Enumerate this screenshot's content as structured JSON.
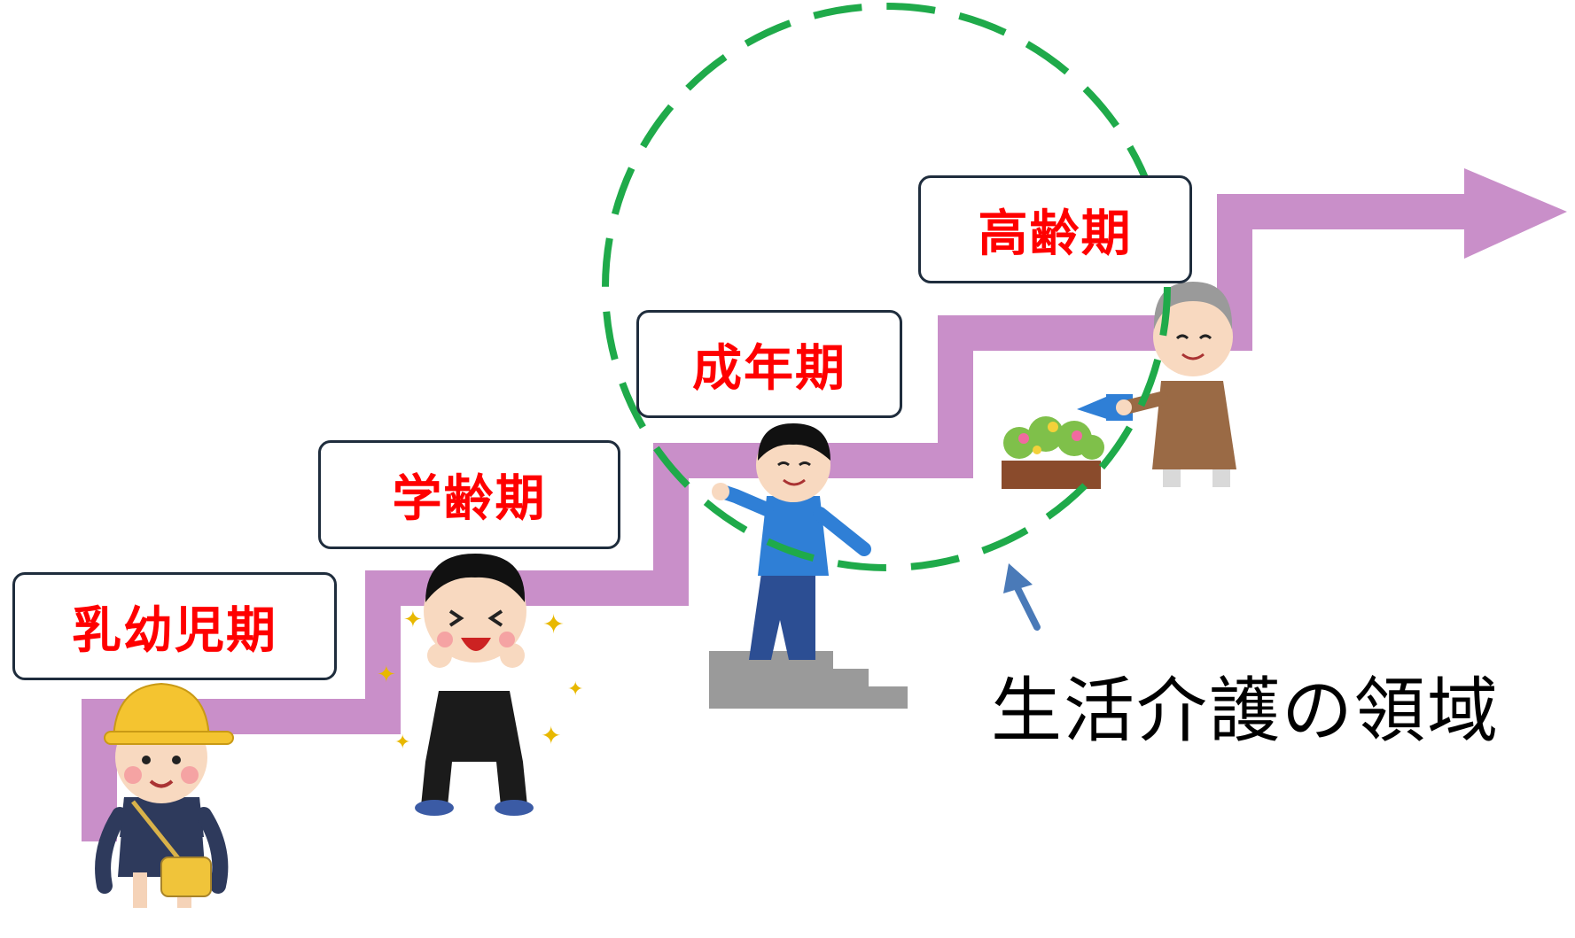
{
  "stages": [
    {
      "id": "infant",
      "label": "乳幼児期"
    },
    {
      "id": "school",
      "label": "学齢期"
    },
    {
      "id": "adult",
      "label": "成年期"
    },
    {
      "id": "senior",
      "label": "高齢期"
    }
  ],
  "caption": "生活介護の領域",
  "colors": {
    "path": "#c98fc9",
    "label_text": "#ff0000",
    "label_border": "#1f2d3d",
    "highlight_circle": "#1faa4a",
    "pointer_arrow": "#4a7ab8"
  }
}
